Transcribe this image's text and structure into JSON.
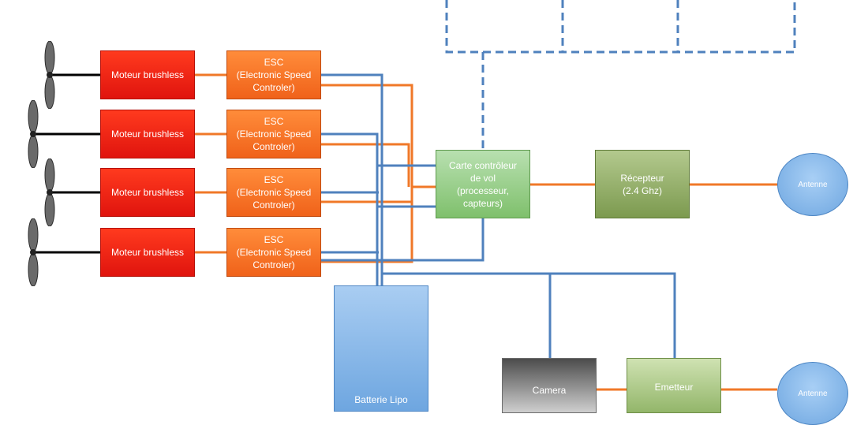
{
  "motors": [
    {
      "label": "Moteur brushless"
    },
    {
      "label": "Moteur brushless"
    },
    {
      "label": "Moteur brushless"
    },
    {
      "label": "Moteur brushless"
    }
  ],
  "escs": [
    {
      "label": "ESC\n(Electronic Speed\nControler)"
    },
    {
      "label": "ESC\n(Electronic Speed\nControler)"
    },
    {
      "label": "ESC\n(Electronic Speed\nControler)"
    },
    {
      "label": "ESC\n(Electronic Speed\nControler)"
    }
  ],
  "flight_controller": {
    "label": "Carte contrôleur\nde vol\n(processeur,\ncapteurs)"
  },
  "receiver": {
    "label": "Récepteur\n(2.4 Ghz)"
  },
  "receiver_antenna": {
    "label": "Antenne"
  },
  "battery": {
    "label": "Batterie Lipo"
  },
  "camera": {
    "label": "Camera"
  },
  "transmitter": {
    "label": "Emetteur"
  },
  "transmitter_antenna": {
    "label": "Antenne"
  },
  "colors": {
    "power_wire": "#4f81bd",
    "signal_wire": "#f07828",
    "dashed_outline": "#4f81bd",
    "motor": "#e8251a",
    "esc": "#f46e22"
  }
}
